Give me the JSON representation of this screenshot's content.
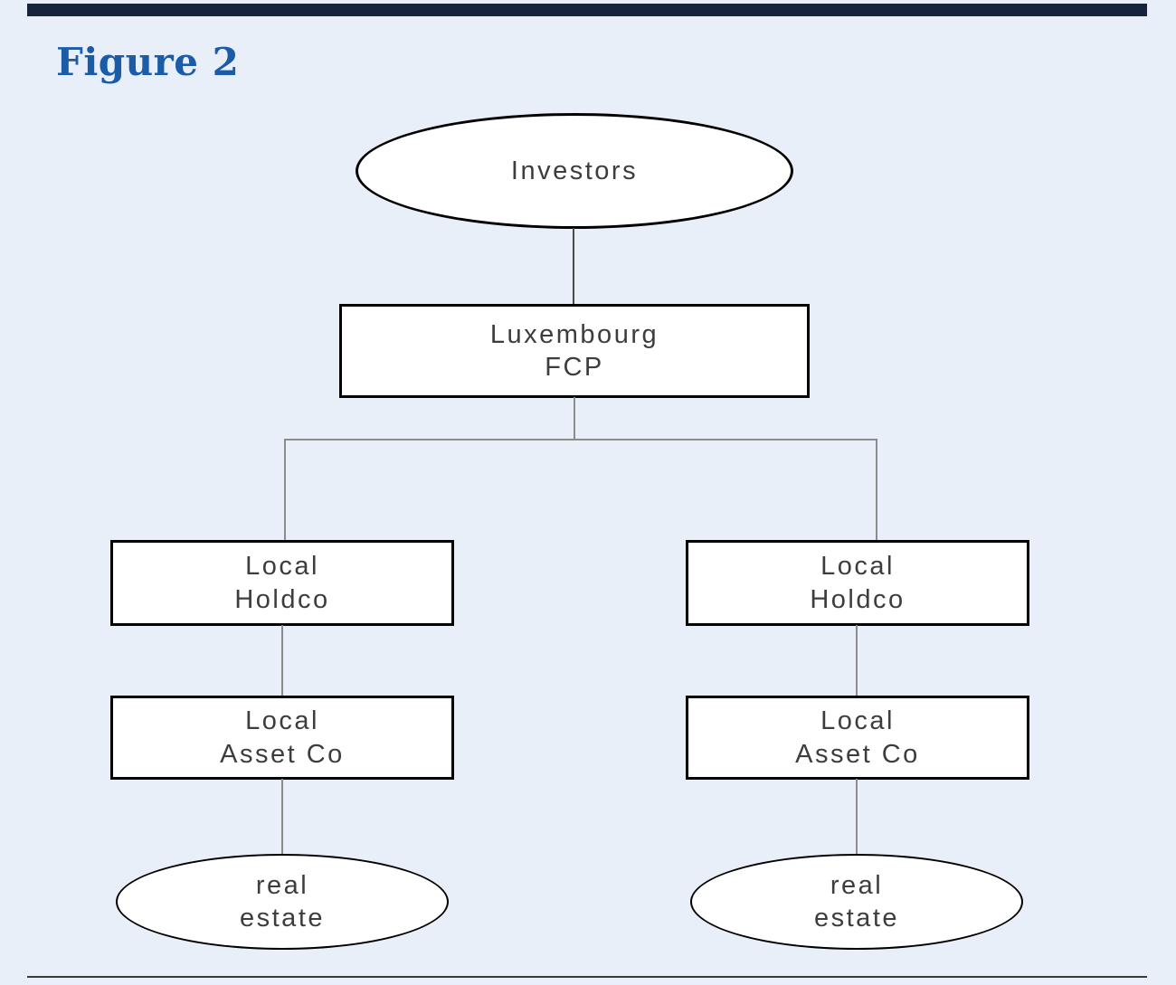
{
  "figure": {
    "title": "Figure 2"
  },
  "diagram": {
    "investors": {
      "label": "Investors"
    },
    "fund": {
      "lines": [
        "Luxembourg",
        "FCP"
      ]
    },
    "branches": [
      {
        "holdco": {
          "lines": [
            "Local",
            "Holdco"
          ]
        },
        "asset_co": {
          "lines": [
            "Local",
            "Asset Co"
          ]
        },
        "real_estate": {
          "lines": [
            "real",
            "estate"
          ]
        }
      },
      {
        "holdco": {
          "lines": [
            "Local",
            "Holdco"
          ]
        },
        "asset_co": {
          "lines": [
            "Local",
            "Asset Co"
          ]
        },
        "real_estate": {
          "lines": [
            "real",
            "estate"
          ]
        }
      }
    ]
  },
  "colors": {
    "top_bar": "#16233d",
    "background": "#e9eff8",
    "title_text": "#1a5ca8",
    "shape_border": "#000000",
    "shape_fill": "#ffffff",
    "node_text": "#3d3d3d",
    "connector_dark": "#4a4a4a",
    "connector": "#8c8c8c",
    "bottom_rule": "#3a3a3a"
  }
}
